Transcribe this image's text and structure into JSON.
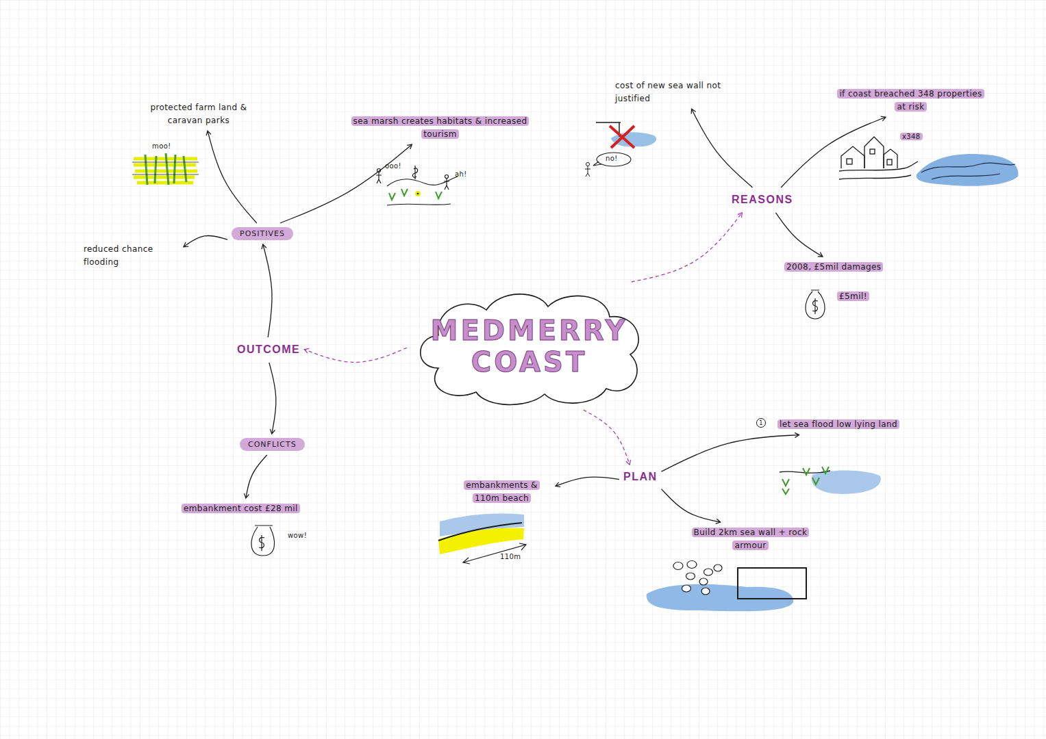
{
  "diagram": {
    "nodes": [
      {
        "text": [
          "protected farm land & caravan parks"
        ]
      },
      {
        "text": [
          "sea marsh creates habitats & increased tourism"
        ]
      },
      {
        "text": [
          "cost of new sea wall not justified"
        ]
      },
      {
        "text": [
          "if coast breached 348 properties at risk"
        ]
      },
      {
        "text": [
          "REASONS"
        ]
      },
      {
        "text": [
          "POSITIVES"
        ]
      },
      {
        "text": [
          "reduced chance flooding"
        ]
      },
      {
        "text": [
          "2008, £5mil damages"
        ]
      },
      {
        "text": [
          "MEDMERRY COAST"
        ]
      },
      {
        "text": [
          "OUTCOME"
        ]
      },
      {
        "text": [
          "let sea flood low lying land"
        ]
      },
      {
        "text": [
          "CONFLICTS"
        ]
      },
      {
        "text": [
          "PLAN"
        ]
      },
      {
        "text": [
          "embankments & 110m beach"
        ]
      },
      {
        "text": [
          "embankment cost £28 mil"
        ]
      },
      {
        "text": [
          "Build 2km sea wall + rock armour"
        ]
      }
    ],
    "edges": [
      {
        "from": 8,
        "to": 9,
        "arrow": "to"
      },
      {
        "from": 8,
        "to": 4,
        "arrow": "to"
      },
      {
        "from": 8,
        "to": 12,
        "arrow": "to"
      },
      {
        "from": 9,
        "to": 5,
        "arrow": "to"
      },
      {
        "from": 9,
        "to": 11,
        "arrow": "to"
      },
      {
        "from": 5,
        "to": 0,
        "arrow": "to"
      },
      {
        "from": 5,
        "to": 1,
        "arrow": "to"
      },
      {
        "from": 5,
        "to": 6,
        "arrow": "to"
      },
      {
        "from": 11,
        "to": 14,
        "arrow": "to"
      },
      {
        "from": 4,
        "to": 2,
        "arrow": "to"
      },
      {
        "from": 4,
        "to": 3,
        "arrow": "to"
      },
      {
        "from": 4,
        "to": 7,
        "arrow": "to"
      },
      {
        "from": 12,
        "to": 10,
        "arrow": "to"
      },
      {
        "from": 12,
        "to": 13,
        "arrow": "to"
      },
      {
        "from": 12,
        "to": 15,
        "arrow": "to"
      }
    ],
    "labels": [
      "moo!",
      "ooo!",
      "ah!",
      "no!",
      "x348",
      "£5mil!",
      "1",
      "wow!",
      "110m"
    ]
  }
}
